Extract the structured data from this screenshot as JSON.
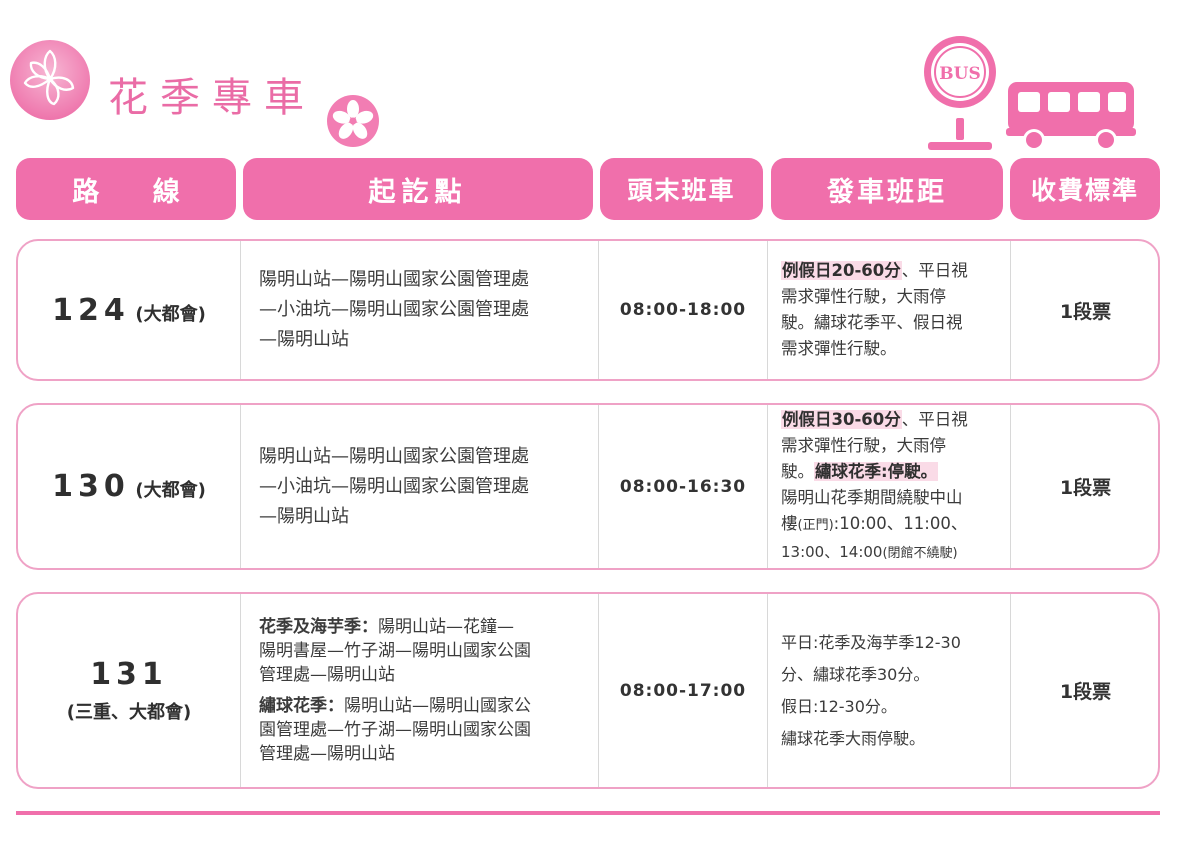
{
  "header": {
    "title": "花季專車",
    "bus_sign_text": "BUS",
    "icons": [
      "flower-logo-icon",
      "sakura-icon",
      "bus-stop-sign-icon",
      "bus-icon"
    ],
    "accent_color": "#f06fab"
  },
  "columns": {
    "route": "路 線",
    "stops": "起訖點",
    "time": "頭末班車",
    "interval": "發車班距",
    "fare": "收費標準"
  },
  "rows": [
    {
      "route_number": "124",
      "route_operator": "(大都會)",
      "stops": [
        "陽明山站—陽明山國家公園管理處",
        "—小油坑—陽明山國家公園管理處",
        "—陽明山站"
      ],
      "time": "08:00-18:00",
      "interval": {
        "l1_hl": "例假日20-60分",
        "l1_rest": "、平日視",
        "l2": "需求彈性行駛，大雨停",
        "l3": "駛。繡球花季平、假日視",
        "l4": "需求彈性行駛。"
      },
      "fare": "1段票"
    },
    {
      "route_number": "130",
      "route_operator": "(大都會)",
      "stops": [
        "陽明山站—陽明山國家公園管理處",
        "—小油坑—陽明山國家公園管理處",
        "—陽明山站"
      ],
      "time": "08:00-16:30",
      "interval": {
        "l1_hl": "例假日30-60分",
        "l1_rest": "、平日視",
        "l2": "需求彈性行駛，大雨停",
        "l3_pre": "駛。",
        "l3_hl": "繡球花季:停駛。",
        "l4": "陽明山花季期間繞駛中山",
        "l5_pre": "樓",
        "l5_small": "(正門)",
        "l5_rest": ":10:00、11:00、",
        "l6_pre": "13:00、14:00",
        "l6_small": "(閉館不繞駛)"
      },
      "fare": "1段票"
    },
    {
      "route_number": "131",
      "route_operator": "(三重、大都會)",
      "stops_a_label": "花季及海芋季：",
      "stops_a": [
        "陽明山站—花鐘—",
        "陽明書屋—竹子湖—陽明山國家公園",
        "管理處—陽明山站"
      ],
      "stops_b_label": "繡球花季：",
      "stops_b": [
        "陽明山站—陽明山國家公",
        "園管理處—竹子湖—陽明山國家公園",
        "管理處—陽明山站"
      ],
      "time": "08:00-17:00",
      "interval": [
        "平日:花季及海芋季12-30",
        "分、繡球花季30分。",
        "假日:12-30分。",
        "繡球花季大雨停駛。"
      ],
      "fare": "1段票"
    }
  ]
}
